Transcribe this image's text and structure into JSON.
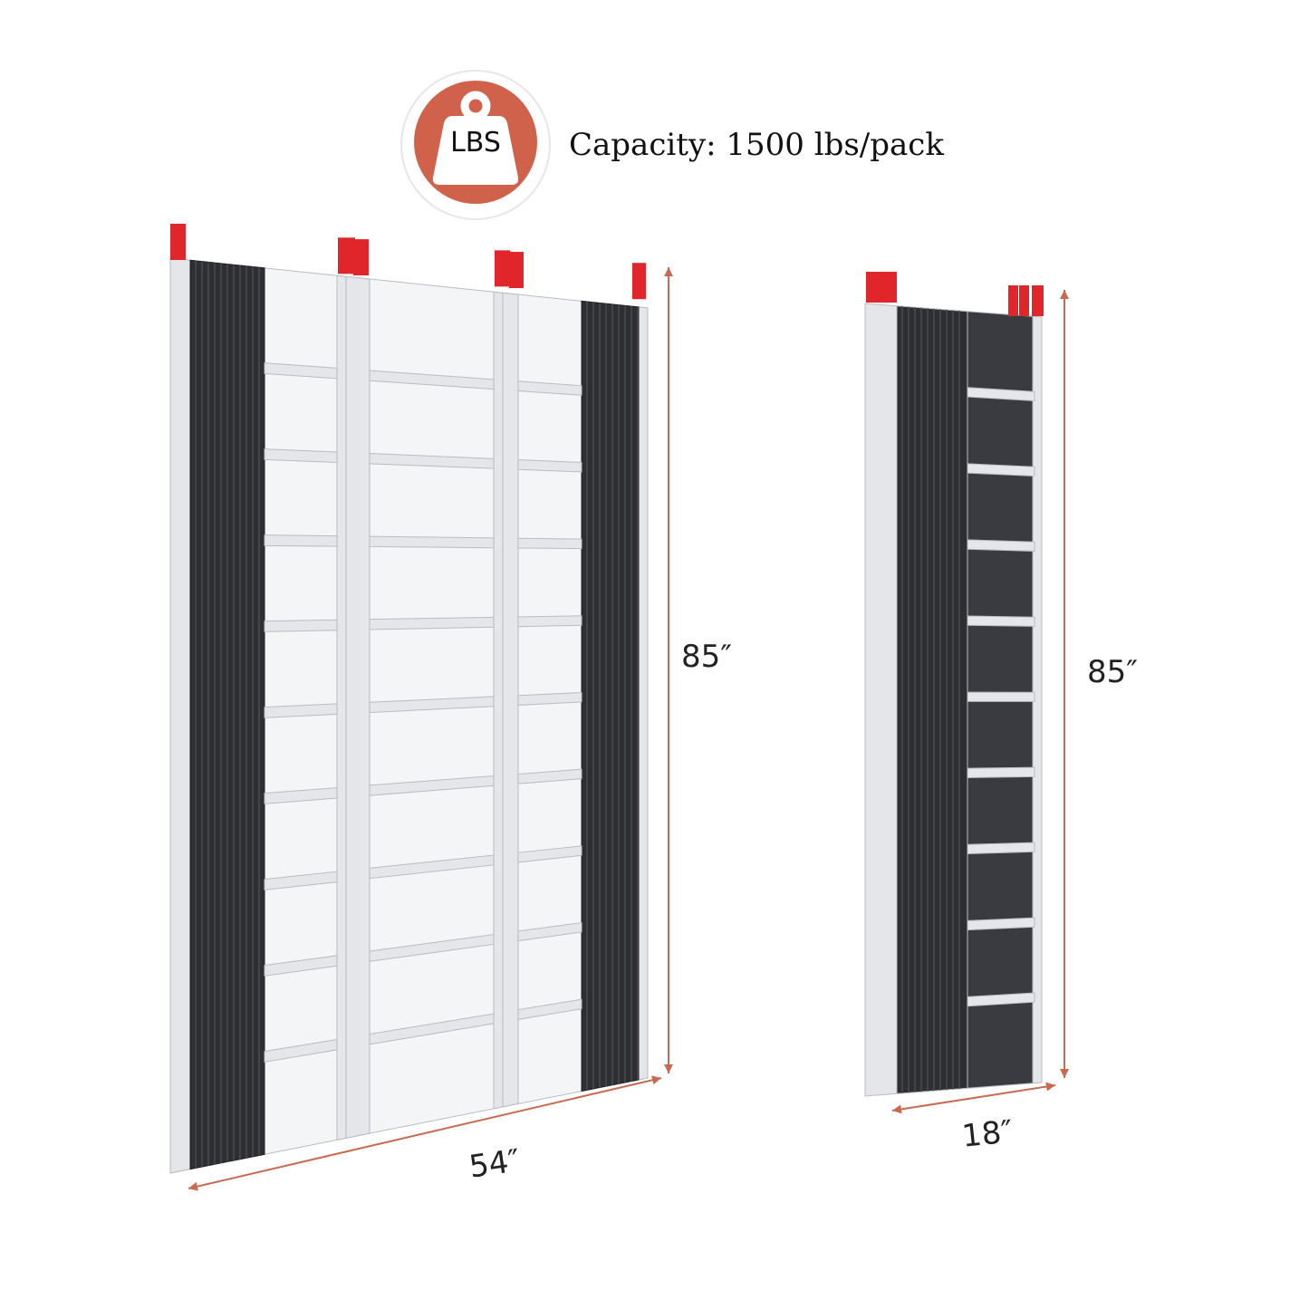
{
  "header": {
    "badge_text": "LBS",
    "capacity_text": "Capacity: 1500 lbs/pack"
  },
  "dimensions": {
    "unfolded_height": "85″",
    "unfolded_width": "54″",
    "folded_height": "85″",
    "folded_width": "18″"
  },
  "colors": {
    "accent": "#d0614a",
    "dimension_line": "#c96a50",
    "mat": "#2e2f33",
    "aluminum": "#e4e6e9",
    "tab_red": "#e0262a"
  }
}
